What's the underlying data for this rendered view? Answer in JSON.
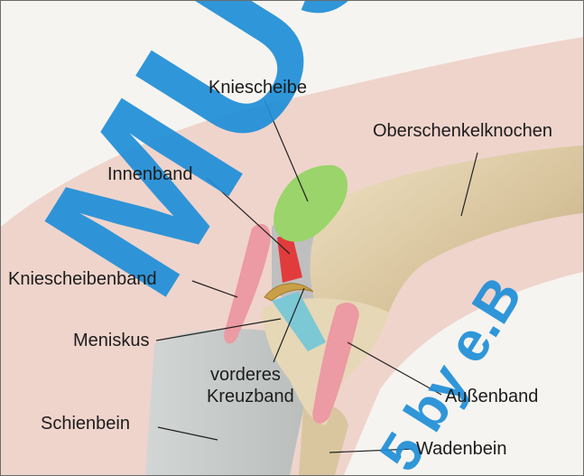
{
  "labels": {
    "kniescheibe": "Kniescheibe",
    "oberschenkelknochen": "Oberschenkelknochen",
    "innenband": "Innenband",
    "kniescheibenband": "Kniescheibenband",
    "meniskus": "Meniskus",
    "vorderes_kreuzband_line1": "vorderes",
    "vorderes_kreuzband_line2": "Kreuzband",
    "aussenband": "Außenband",
    "schienbein": "Schienbein",
    "wadenbein": "Wadenbein"
  },
  "watermark": {
    "text_large": "MUS",
    "text_small": "5 by e.B"
  },
  "colors": {
    "skin": "#e9c4bb",
    "bone": "#d8c6a2",
    "patella": "#9ad46a",
    "ligament_red": "#e23b3b",
    "ligament_pink": "#ec9aa3",
    "meniscus": "#c9a048",
    "cruciate_cyan": "#76c7d6",
    "watermark": "#1f8fd8"
  }
}
